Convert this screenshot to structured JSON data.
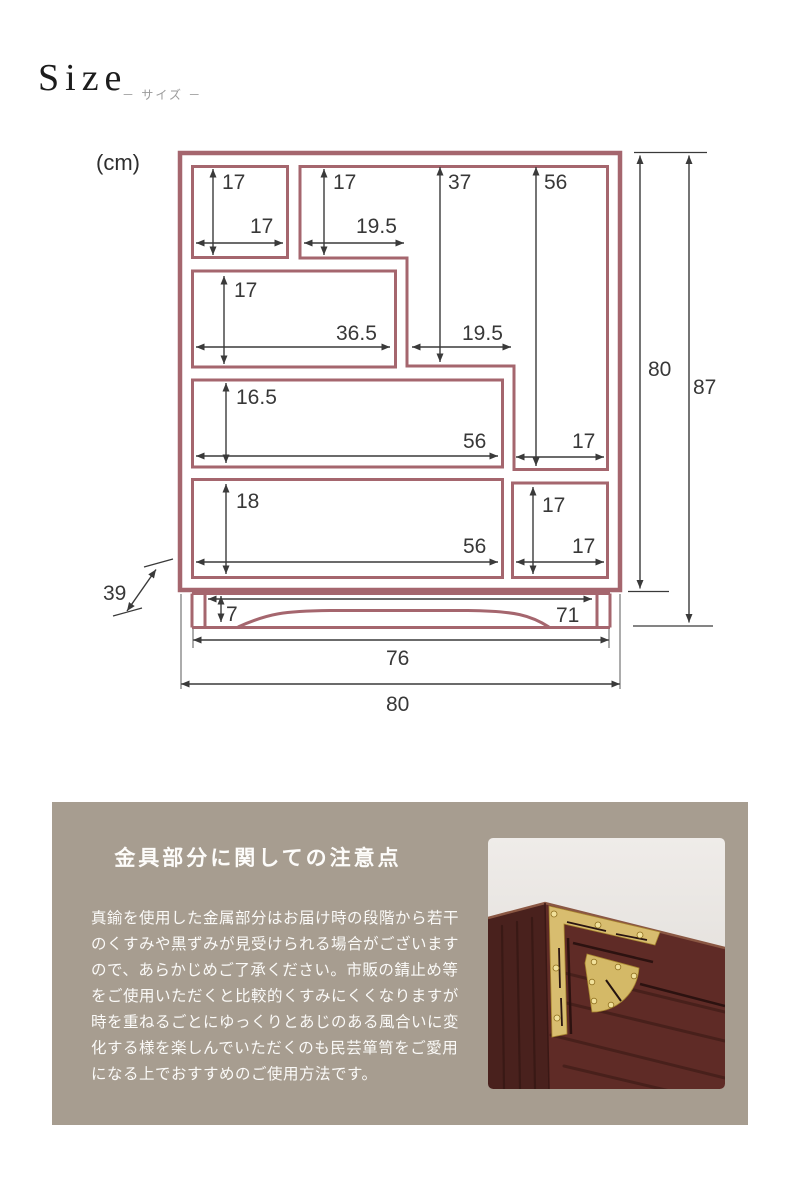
{
  "header": {
    "title": "Size",
    "subtitle": "－ サイズ －"
  },
  "diagram": {
    "unit_label": "(cm)",
    "dims": {
      "tl_h": "17",
      "tl_w": "17",
      "tm_h": "17",
      "tm_w": "19.5",
      "mid_h": "37",
      "mid_w": "19.5",
      "right_h": "56",
      "right_w": "17",
      "shelf1_h": "17",
      "shelf1_w": "36.5",
      "shelf2_h": "16.5",
      "shelf2_w": "56",
      "drawer_h": "18",
      "drawer_w": "56",
      "br_h": "17",
      "br_w": "17",
      "depth": "39",
      "base_h": "7",
      "base_inner_w": "71",
      "base_w": "76",
      "total_w": "80",
      "body_h": "80",
      "total_h": "87"
    }
  },
  "notice": {
    "title": "金具部分に関しての注意点",
    "body_lines": [
      "真鍮を使用した金属部分はお届け時の段階から若干",
      "のくすみや黒ずみが見受けられる場合がございます",
      "ので、あらかじめご了承ください。市販の錆止め等",
      "をご使用いただくと比較的くすみにくくなりますが",
      "時を重ねるごとにゆっくりとあじのある風合いに変",
      "化する様を楽しんでいただくのも民芸箪笥をご愛用",
      "になる上でおすすめのご使用方法です。"
    ]
  },
  "colors": {
    "diagram_line": "#a5666e",
    "dimension_text": "#383838",
    "notice_bg": "#a79d90",
    "notice_text": "#fbfaf8",
    "wood": "#5f2b26",
    "brass": "#d8bd6f",
    "page_bg": "#ffffff"
  }
}
